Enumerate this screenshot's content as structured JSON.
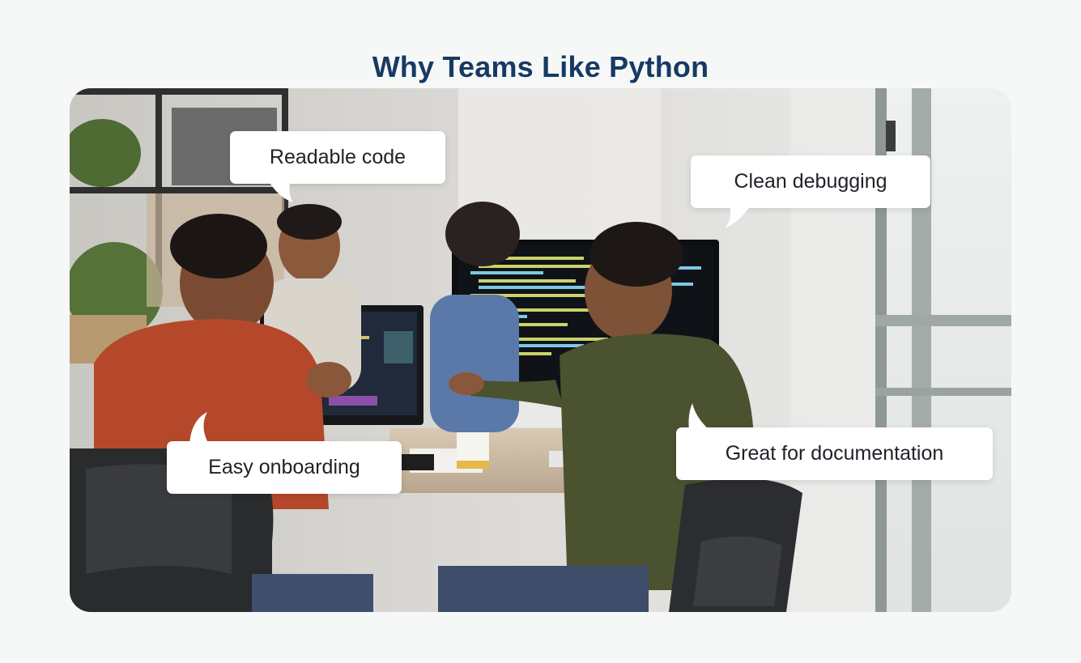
{
  "title": "Why Teams Like Python",
  "photo": {
    "subject": "team-at-computers-photo"
  },
  "callouts": [
    {
      "label": "Readable code"
    },
    {
      "label": "Clean debugging"
    },
    {
      "label": "Easy onboarding"
    },
    {
      "label": "Great for documentation"
    }
  ],
  "colors": {
    "title": "#173a63",
    "background": "#f6f8f8",
    "callout_bg": "#ffffff",
    "callout_text": "#1e2228"
  }
}
